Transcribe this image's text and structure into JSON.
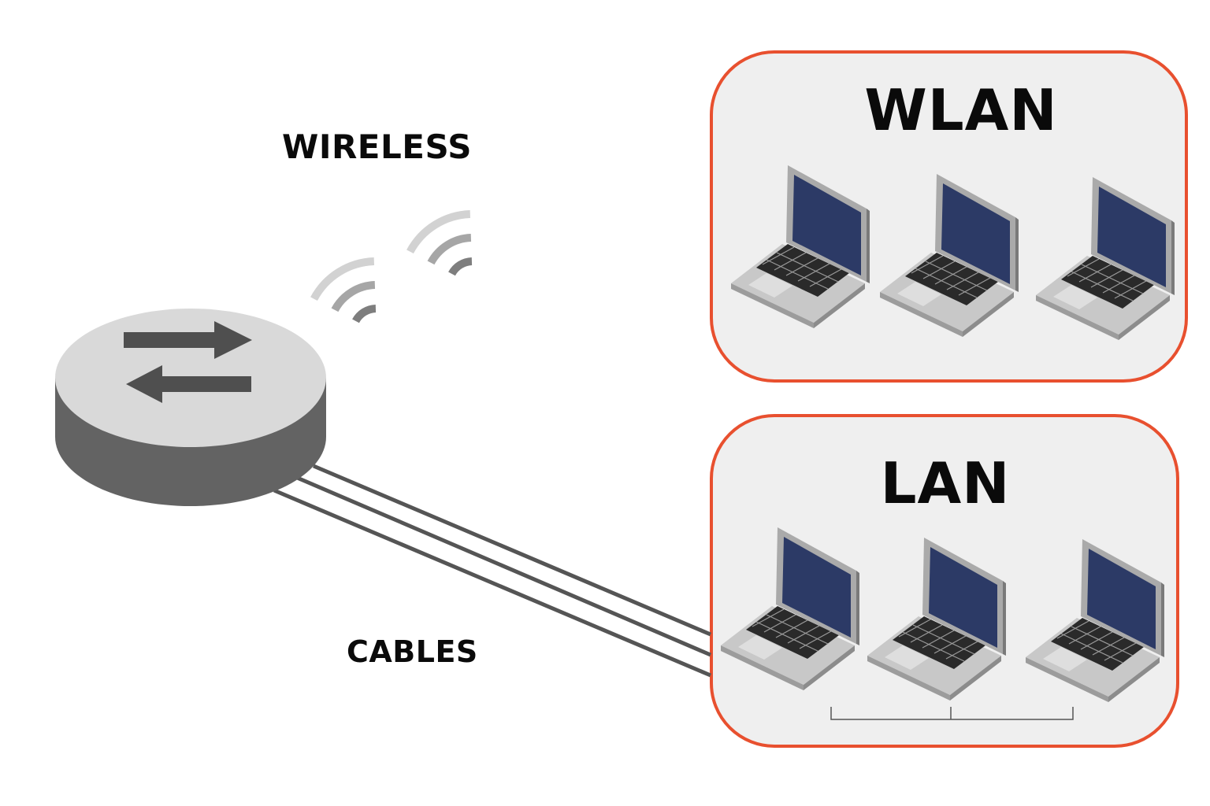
{
  "labels": {
    "wireless": "WIRELESS",
    "cables": "CABLES",
    "wlan": "WLAN",
    "lan": "LAN"
  },
  "nodes": {
    "router": {
      "icon": "router-icon",
      "arrows": [
        "arrow-right-icon",
        "arrow-left-icon"
      ]
    },
    "wlan_devices": [
      "laptop-icon",
      "laptop-icon",
      "laptop-icon"
    ],
    "lan_devices": [
      "laptop-icon",
      "laptop-icon",
      "laptop-icon"
    ]
  },
  "colors": {
    "group_border": "#e8502f",
    "group_fill": "#efefef",
    "screen": "#2c3a66",
    "router_top": "#d9d9d9",
    "router_side": "#636363",
    "cable": "#555555",
    "wave_dark": "#7e7e7e",
    "wave_mid": "#a6a6a6",
    "wave_light": "#d2d2d2"
  }
}
